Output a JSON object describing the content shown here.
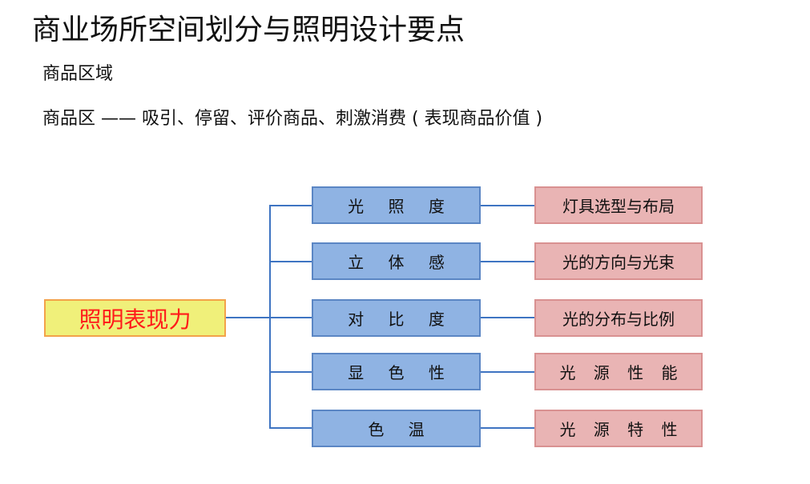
{
  "slide": {
    "title": "商业场所空间划分与照明设计要点",
    "subtitle": "商品区域",
    "lead": "商品区 —— 吸引、停留、评价商品、刺激消费 ( 表现商品价值 )"
  },
  "diagram": {
    "root": {
      "label": "照明表现力"
    },
    "middle_items": [
      {
        "label": "光 照 度"
      },
      {
        "label": "立 体 感"
      },
      {
        "label": "对 比 度"
      },
      {
        "label": "显 色 性"
      },
      {
        "label": "色   温"
      }
    ],
    "right_items": [
      {
        "label": "灯具选型与布局"
      },
      {
        "label": "光的方向与光束"
      },
      {
        "label": "光的分布与比例"
      },
      {
        "label": "光 源 性 能"
      },
      {
        "label": "光 源 特 性"
      }
    ],
    "colors": {
      "root_fill": "#f0f07a",
      "root_border": "#f3a24a",
      "root_text": "#ff1a1a",
      "middle_fill": "#8fb3e3",
      "middle_border": "#5b86c4",
      "right_fill": "#e9b4b4",
      "right_border": "#d99191",
      "connector": "#3e74c2"
    }
  }
}
